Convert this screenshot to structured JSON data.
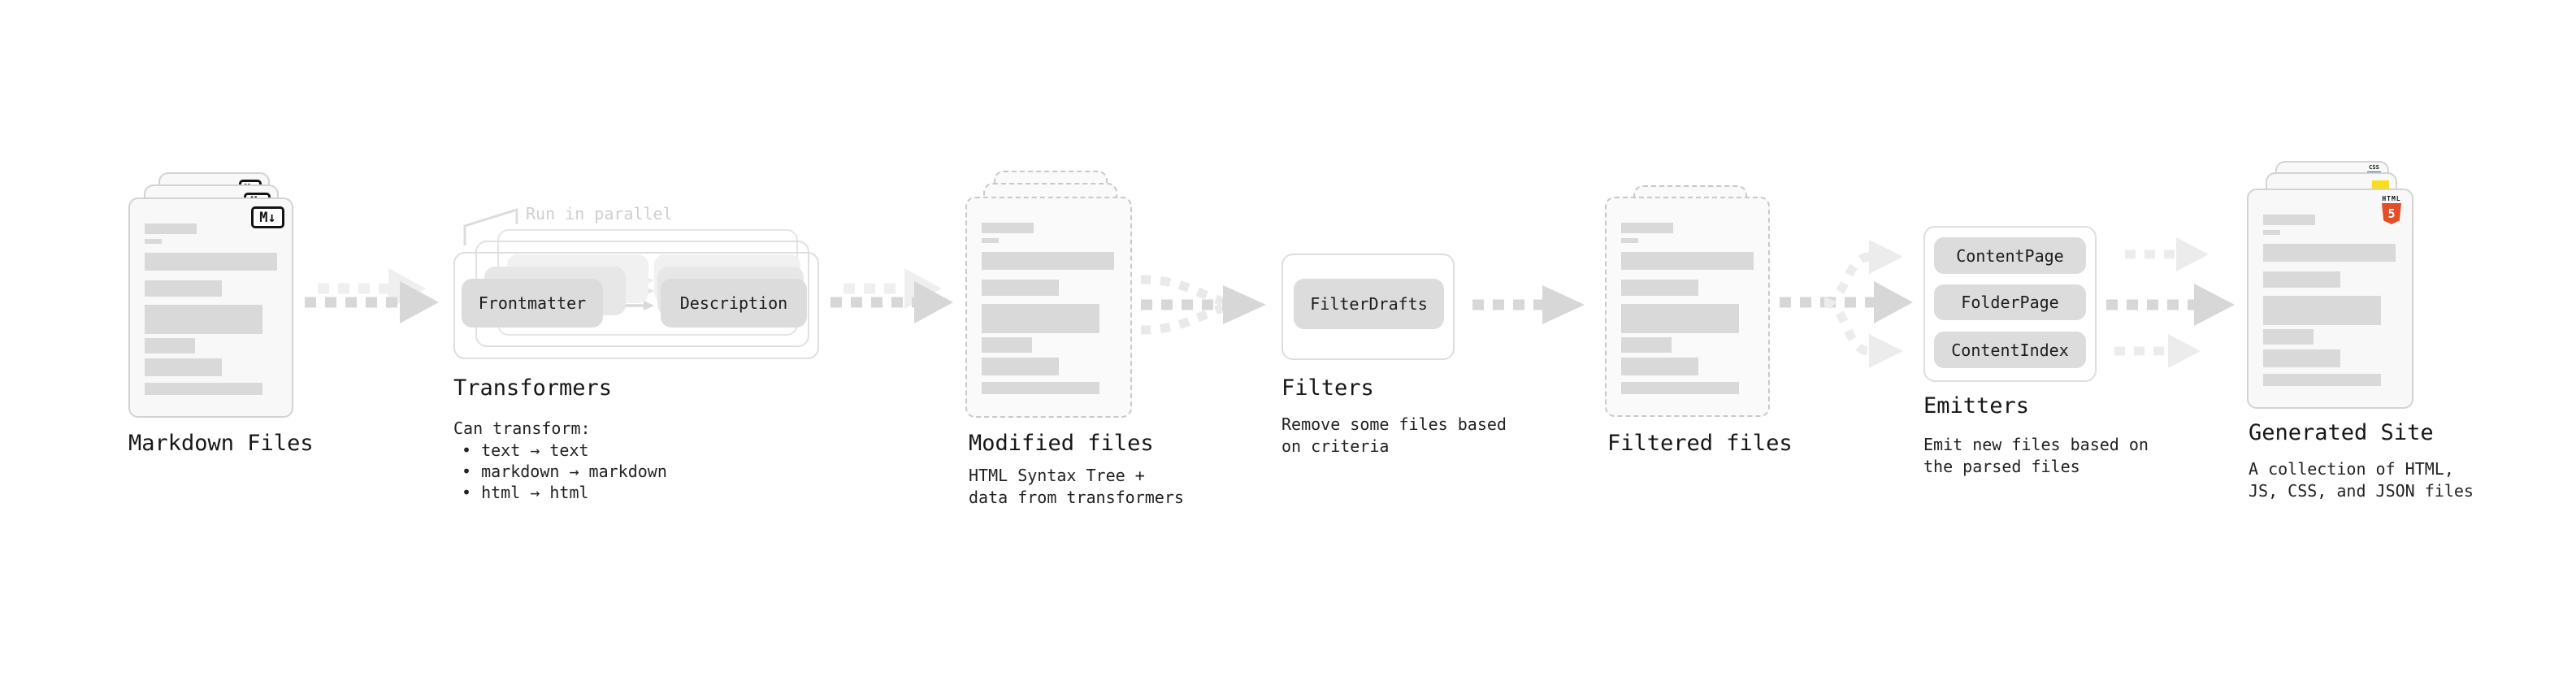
{
  "diagram": {
    "annotation": "Run in parallel",
    "stages": [
      {
        "id": "markdown-files",
        "label": "Markdown Files",
        "file_badge": "M↓",
        "captions": []
      },
      {
        "id": "transformers",
        "label": "Transformers",
        "captions": [
          "Can transform:",
          "• text → text",
          "• markdown → markdown",
          "• html → html"
        ],
        "pills": [
          "Frontmatter",
          "Description"
        ]
      },
      {
        "id": "modified-files",
        "label": "Modified files",
        "captions": [
          "HTML Syntax Tree +",
          "data from transformers"
        ]
      },
      {
        "id": "filters",
        "label": "Filters",
        "captions": [
          "Remove some files based",
          "on criteria"
        ],
        "pills": [
          "FilterDrafts"
        ]
      },
      {
        "id": "filtered-files",
        "label": "Filtered files",
        "captions": []
      },
      {
        "id": "emitters",
        "label": "Emitters",
        "captions": [
          "Emit new files based on",
          "the parsed files"
        ],
        "pills": [
          "ContentPage",
          "FolderPage",
          "ContentIndex"
        ]
      },
      {
        "id": "generated-site",
        "label": "Generated Site",
        "captions": [
          "A collection of HTML,",
          "JS, CSS, and JSON files"
        ],
        "file_badges": {
          "css": "CSS",
          "html_word": "HTML",
          "html_number": "5"
        }
      }
    ],
    "colors": {
      "html5_orange": "#e44d26",
      "js_yellow": "#f7df1e",
      "css_blue": "#2965f1",
      "arrow_gray": "#d7d7d7",
      "arrow_faint": "#ececec",
      "annotation_gray": "#cfcfcf"
    }
  }
}
